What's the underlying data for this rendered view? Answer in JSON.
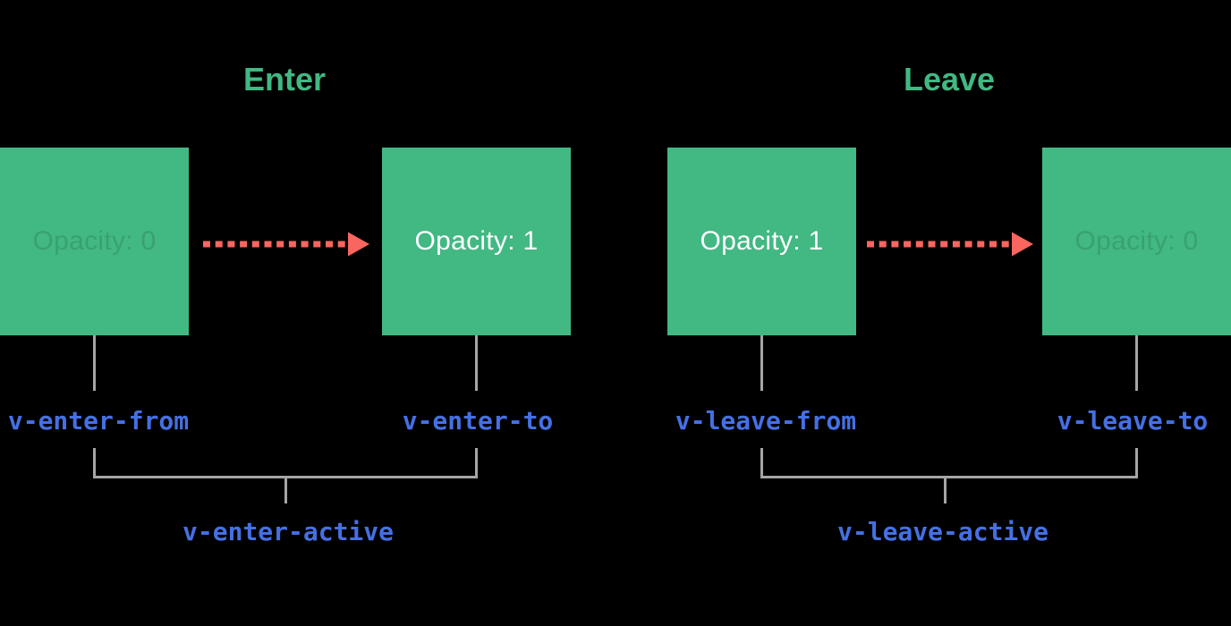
{
  "diagram": {
    "background": "#000000",
    "description_boxes_count": 4
  },
  "colors": {
    "green": "#42b883",
    "blue": "#4570e4",
    "red": "#f8665f",
    "gray": "#a5a5a5",
    "white": "#ffffff"
  },
  "sections": [
    {
      "title": "Enter",
      "boxes": [
        {
          "label": "Opacity: 0",
          "faded": true
        },
        {
          "label": "Opacity: 1",
          "faded": false
        }
      ],
      "from_label": "v-enter-from",
      "to_label": "v-enter-to",
      "active_label": "v-enter-active"
    },
    {
      "title": "Leave",
      "boxes": [
        {
          "label": "Opacity: 1",
          "faded": false
        },
        {
          "label": "Opacity: 0",
          "faded": true
        }
      ],
      "from_label": "v-leave-from",
      "to_label": "v-leave-to",
      "active_label": "v-leave-active"
    }
  ]
}
